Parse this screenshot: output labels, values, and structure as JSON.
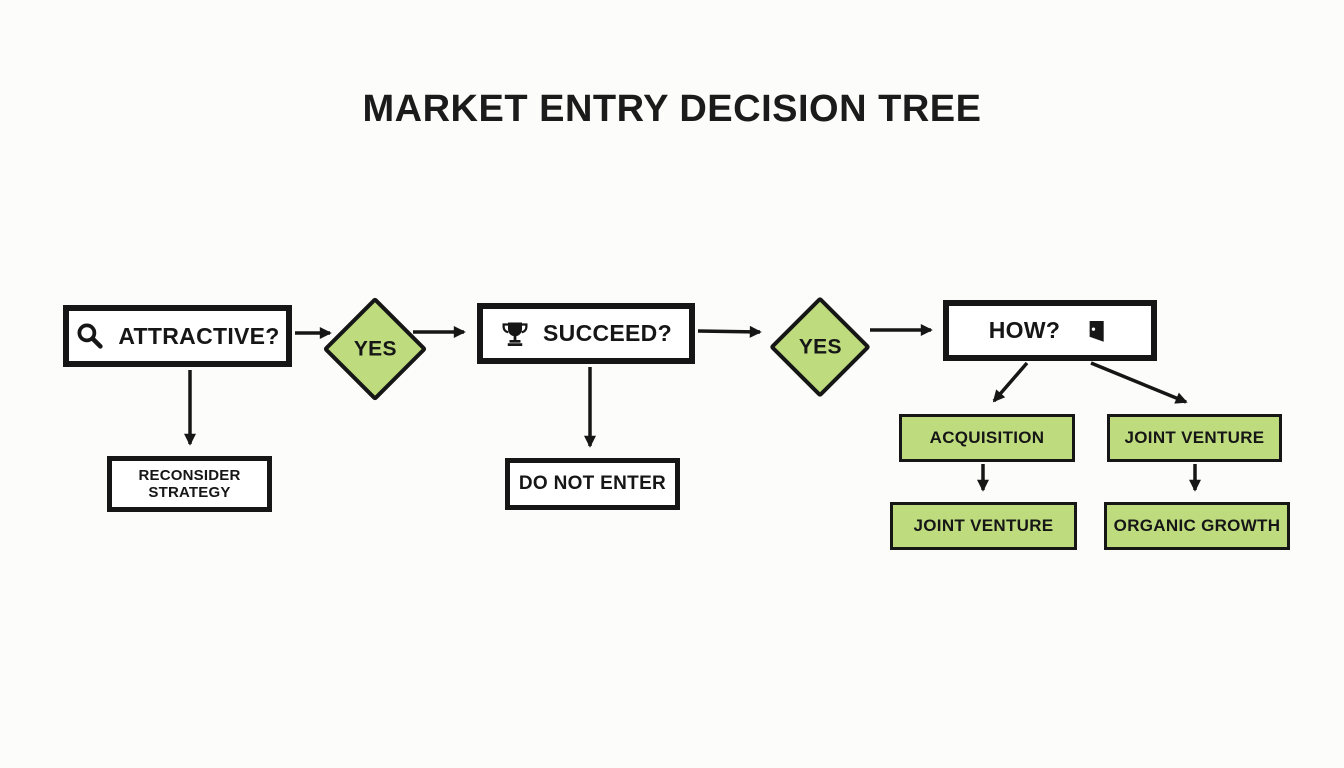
{
  "title": "MARKET ENTRY DECISION TREE",
  "colors": {
    "accent_green": "#bedc7e",
    "border_ink": "#161616",
    "background": "#fcfcfb",
    "box_white": "#ffffff"
  },
  "nodes": {
    "attractive": {
      "label": "ATTRACTIVE?",
      "icon": "search-icon",
      "type": "question"
    },
    "yes1": {
      "label": "YES",
      "type": "decision"
    },
    "succeed": {
      "label": "SUCCEED?",
      "icon": "trophy-icon",
      "type": "question"
    },
    "yes2": {
      "label": "YES",
      "type": "decision"
    },
    "how": {
      "label": "HOW?",
      "icon": "door-icon",
      "type": "question"
    },
    "reconsider": {
      "label": "RECONSIDER STRATEGY",
      "type": "outcome"
    },
    "do_not_enter": {
      "label": "DO NOT ENTER",
      "type": "outcome"
    },
    "acquisition": {
      "label": "ACQUISITION",
      "type": "option"
    },
    "joint_venture_top": {
      "label": "JOINT VENTURE",
      "type": "option"
    },
    "joint_venture_bottom": {
      "label": "JOINT VENTURE",
      "type": "option"
    },
    "organic_growth": {
      "label": "ORGANIC GROWTH",
      "type": "option"
    }
  },
  "edges": [
    {
      "from": "attractive",
      "to": "yes1",
      "direction": "right"
    },
    {
      "from": "yes1",
      "to": "succeed",
      "direction": "right"
    },
    {
      "from": "succeed",
      "to": "yes2",
      "direction": "right"
    },
    {
      "from": "yes2",
      "to": "how",
      "direction": "right"
    },
    {
      "from": "attractive",
      "to": "reconsider",
      "direction": "down"
    },
    {
      "from": "succeed",
      "to": "do_not_enter",
      "direction": "down"
    },
    {
      "from": "how",
      "to": "acquisition",
      "direction": "down-left"
    },
    {
      "from": "how",
      "to": "joint_venture_top",
      "direction": "down-right"
    },
    {
      "from": "acquisition",
      "to": "joint_venture_bottom",
      "direction": "down"
    },
    {
      "from": "joint_venture_top",
      "to": "organic_growth",
      "direction": "down"
    }
  ]
}
